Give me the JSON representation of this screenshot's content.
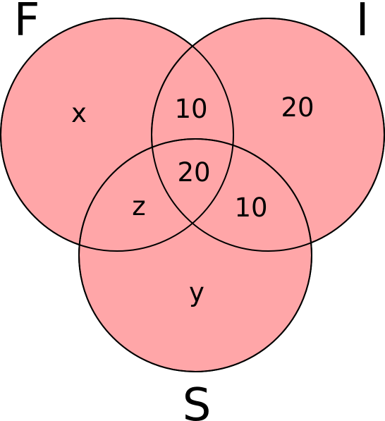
{
  "diagram": {
    "type": "venn-3",
    "fill_color": "#ffa6a8",
    "stroke_color": "#000000",
    "sets": [
      {
        "id": "F",
        "label": "F"
      },
      {
        "id": "I",
        "label": "I"
      },
      {
        "id": "S",
        "label": "S"
      }
    ],
    "regions": {
      "F_only": "x",
      "I_only": "20",
      "S_only": "y",
      "F_and_I_only": "10",
      "F_and_S_only": "z",
      "I_and_S_only": "10",
      "F_and_I_and_S": "20"
    }
  }
}
